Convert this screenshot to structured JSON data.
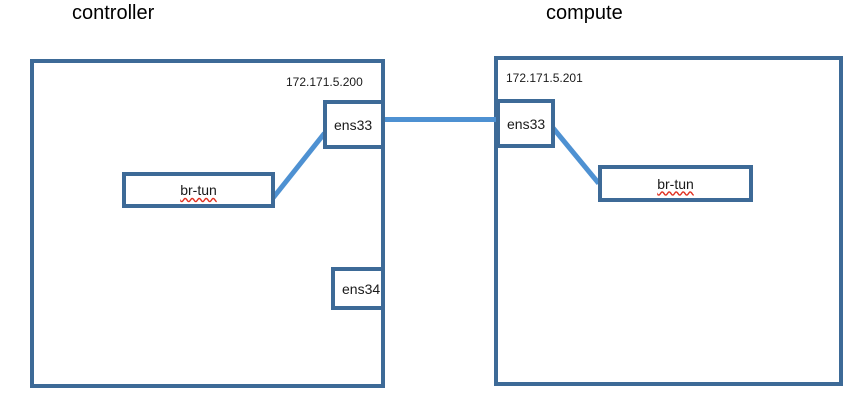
{
  "diagram": {
    "title_controller": "controller",
    "title_compute": "compute",
    "colors": {
      "box_border": "#3d6a97",
      "link": "#4e91d2",
      "text": "#1a1a1a",
      "background": "#ffffff",
      "spellcheck_underline": "#e03020"
    },
    "hosts": [
      {
        "name": "controller",
        "title": "controller",
        "ip_label": "172.171.5.200",
        "interfaces": [
          {
            "label": "ens33"
          },
          {
            "label": "ens34"
          }
        ],
        "bridges": [
          {
            "label": "br-tun"
          }
        ]
      },
      {
        "name": "compute",
        "title": "compute",
        "ip_label": "172.171.5.201",
        "interfaces": [
          {
            "label": "ens33"
          }
        ],
        "bridges": [
          {
            "label": "br-tun"
          }
        ]
      }
    ],
    "links": [
      {
        "name": "controller-ens33-to-compute-ens33"
      },
      {
        "name": "controller-ens33-to-controller-brtun"
      },
      {
        "name": "compute-ens33-to-compute-brtun"
      }
    ]
  }
}
